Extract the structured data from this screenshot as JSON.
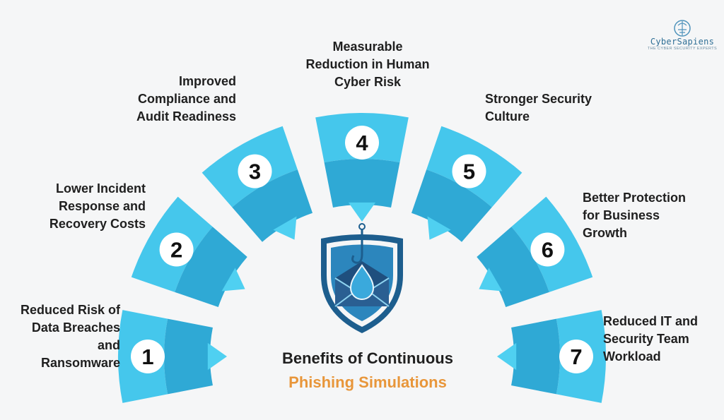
{
  "title": {
    "line1": "Benefits of Continuous",
    "line2": "Phishing Simulations"
  },
  "brand": {
    "name": "CyberSapiens",
    "tagline": "THE CYBER SECURITY EXPERTS"
  },
  "colors": {
    "segment_light": "#45c7ec",
    "segment_dark": "#2fa9d5",
    "pointer": "#4fd0f1",
    "shield_outer": "#1d5e8e",
    "shield_inner": "#2c86bd",
    "envelope": "#1f4f7e",
    "accent_orange": "#e8963a"
  },
  "icons": {
    "center": "shield-phishing-icon",
    "logo": "brain-circuit-icon"
  },
  "benefits": [
    {
      "number": "1",
      "lines": [
        "Reduced Risk of",
        "Data Breaches",
        "and",
        "Ransomware"
      ]
    },
    {
      "number": "2",
      "lines": [
        "Lower Incident",
        "Response and",
        "Recovery Costs"
      ]
    },
    {
      "number": "3",
      "lines": [
        "Improved",
        "Compliance and",
        "Audit Readiness"
      ]
    },
    {
      "number": "4",
      "lines": [
        "Measurable",
        "Reduction in Human",
        "Cyber Risk"
      ]
    },
    {
      "number": "5",
      "lines": [
        "Stronger Security",
        "Culture"
      ]
    },
    {
      "number": "6",
      "lines": [
        "Better Protection",
        "for Business",
        "Growth"
      ]
    },
    {
      "number": "7",
      "lines": [
        "Reduced IT and",
        "Security Team",
        "Workload"
      ]
    }
  ]
}
